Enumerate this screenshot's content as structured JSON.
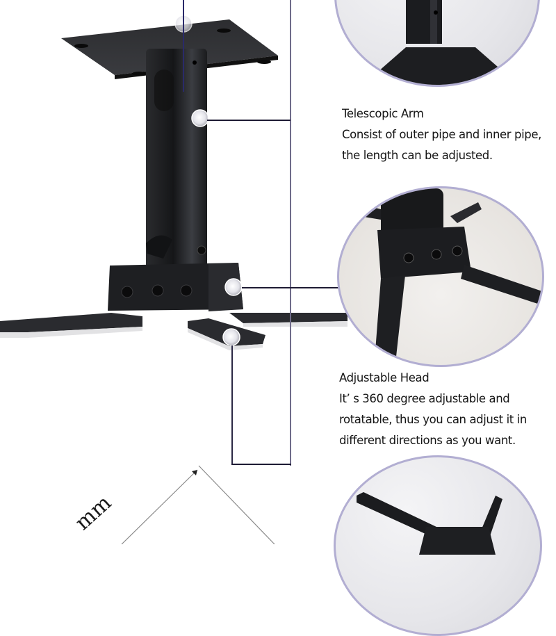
{
  "callouts": {
    "telescopic_arm": {
      "title": "Telescopic Arm",
      "lines": [
        "Consist of outer pipe and inner pipe,",
        "the length can be adjusted."
      ]
    },
    "adjustable_head": {
      "title": "Adjustable Head",
      "lines": [
        "It’ s 360 degree adjustable and",
        "rotatable, thus you can adjust it in",
        "different directions as you want."
      ]
    }
  },
  "dimension": {
    "label": "mm"
  },
  "colors": {
    "circle_border": "#b2aed2",
    "connector_line": "#1d1a33",
    "mount_body": "#1e1f22",
    "background": "#ffffff"
  },
  "icons": {
    "hotspot": "hotspot-marker-icon"
  }
}
